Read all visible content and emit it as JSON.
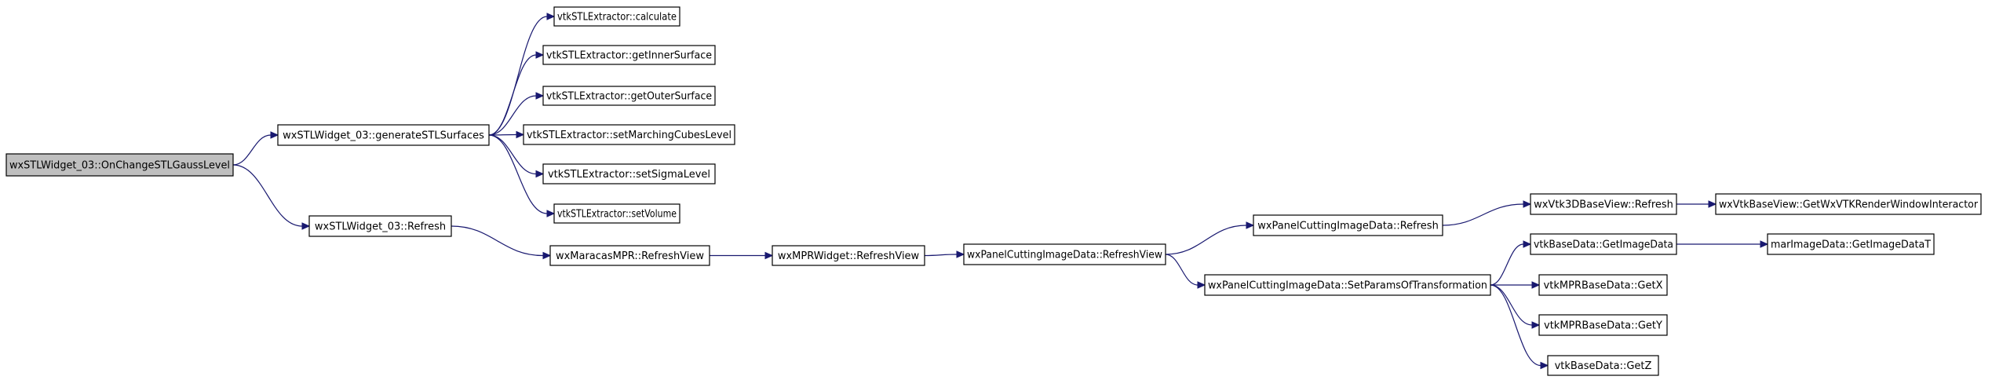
{
  "graph": {
    "colors": {
      "edge": "#191970",
      "node_border": "#000000",
      "root_fill": "#bfbfbf",
      "node_fill": "#ffffff"
    },
    "nodes": [
      {
        "id": "root",
        "label": "wxSTLWidget_03::OnChangeSTLGaussLevel",
        "root": true
      },
      {
        "id": "gen",
        "label": "wxSTLWidget_03::generateSTLSurfaces"
      },
      {
        "id": "refresh03",
        "label": "wxSTLWidget_03::Refresh"
      },
      {
        "id": "calc",
        "label": "vtkSTLExtractor::calculate"
      },
      {
        "id": "inner",
        "label": "vtkSTLExtractor::getInnerSurface"
      },
      {
        "id": "outer",
        "label": "vtkSTLExtractor::getOuterSurface"
      },
      {
        "id": "march",
        "label": "vtkSTLExtractor::setMarchingCubesLevel"
      },
      {
        "id": "sigma",
        "label": "vtkSTLExtractor::setSigmaLevel"
      },
      {
        "id": "volume",
        "label": "vtkSTLExtractor::setVolume"
      },
      {
        "id": "mprview",
        "label": "wxMaracasMPR::RefreshView"
      },
      {
        "id": "mprwidget",
        "label": "wxMPRWidget::RefreshView"
      },
      {
        "id": "pcidview",
        "label": "wxPanelCuttingImageData::RefreshView"
      },
      {
        "id": "pcidrefresh",
        "label": "wxPanelCuttingImageData::Refresh"
      },
      {
        "id": "pcidparams",
        "label": "wxPanelCuttingImageData::SetParamsOfTransformation"
      },
      {
        "id": "v3drefresh",
        "label": "wxVtk3DBaseView::Refresh"
      },
      {
        "id": "getinteractor",
        "label": "wxVtkBaseView::GetWxVTKRenderWindowInteractor"
      },
      {
        "id": "getimagedata",
        "label": "vtkBaseData::GetImageData"
      },
      {
        "id": "marimage",
        "label": "marImageData::GetImageDataT"
      },
      {
        "id": "getx",
        "label": "vtkMPRBaseData::GetX"
      },
      {
        "id": "gety",
        "label": "vtkMPRBaseData::GetY"
      },
      {
        "id": "getz",
        "label": "vtkBaseData::GetZ"
      }
    ],
    "edges": [
      [
        "root",
        "gen"
      ],
      [
        "root",
        "refresh03"
      ],
      [
        "gen",
        "calc"
      ],
      [
        "gen",
        "inner"
      ],
      [
        "gen",
        "outer"
      ],
      [
        "gen",
        "march"
      ],
      [
        "gen",
        "sigma"
      ],
      [
        "gen",
        "volume"
      ],
      [
        "refresh03",
        "mprview"
      ],
      [
        "mprview",
        "mprwidget"
      ],
      [
        "mprwidget",
        "pcidview"
      ],
      [
        "pcidview",
        "pcidrefresh"
      ],
      [
        "pcidview",
        "pcidparams"
      ],
      [
        "pcidrefresh",
        "v3drefresh"
      ],
      [
        "v3drefresh",
        "getinteractor"
      ],
      [
        "pcidparams",
        "getimagedata"
      ],
      [
        "pcidparams",
        "getx"
      ],
      [
        "pcidparams",
        "gety"
      ],
      [
        "pcidparams",
        "getz"
      ],
      [
        "getimagedata",
        "marimage"
      ]
    ]
  }
}
